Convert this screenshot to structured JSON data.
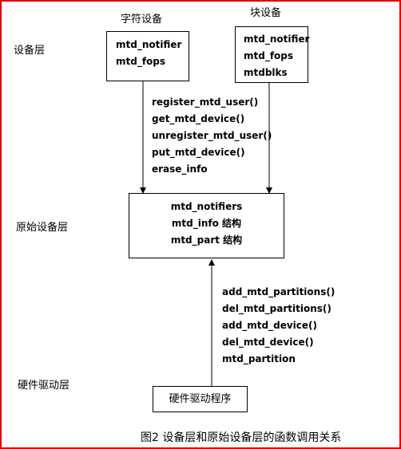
{
  "columns": {
    "char": "字符设备",
    "block": "块设备"
  },
  "layers": {
    "device": "设备层",
    "raw": "原始设备层",
    "driver": "硬件驱动层"
  },
  "char_box": {
    "lines": [
      "mtd_notifier",
      "mtd_fops"
    ]
  },
  "block_box": {
    "lines": [
      "mtd_notifier",
      "mtd_fops",
      "mtdblks"
    ]
  },
  "raw_box": {
    "lines": [
      "mtd_notifiers",
      "mtd_info 结构",
      "mtd_part 结构"
    ]
  },
  "driver_box": {
    "label": "硬件驱动程序"
  },
  "upper_functions": [
    "register_mtd_user()",
    "get_mtd_device()",
    "unregister_mtd_user()",
    "put_mtd_device()",
    "erase_info"
  ],
  "lower_functions": [
    "add_mtd_partitions()",
    "del_mtd_partitions()",
    "add_mtd_device()",
    "del_mtd_device()",
    "mtd_partition"
  ],
  "caption": "图2    设备层和原始设备层的函数调用关系"
}
